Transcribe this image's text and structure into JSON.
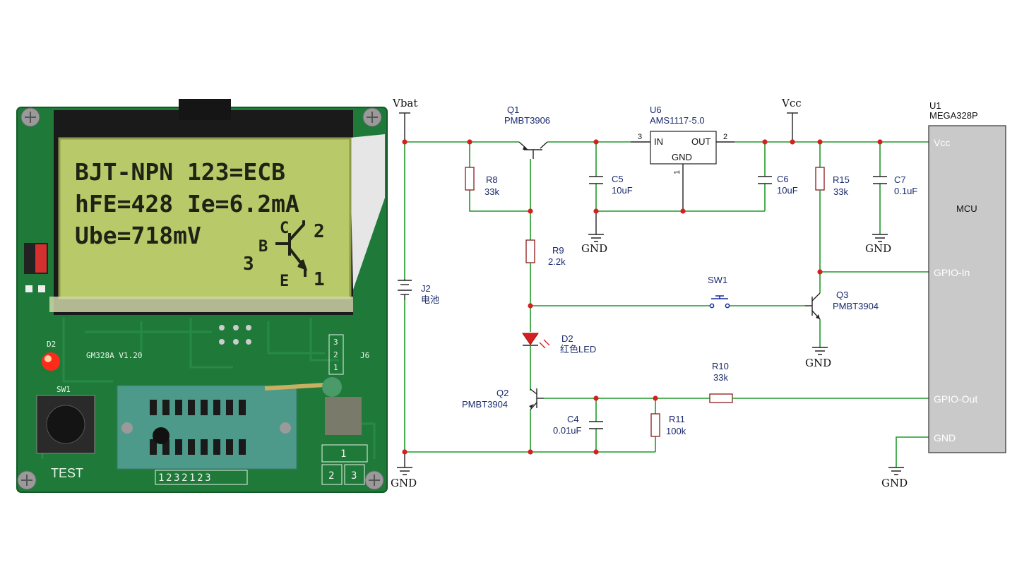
{
  "photo": {
    "lcd_lines": [
      "BJT-NPN 123=ECB",
      "hFE=428 Ie=6.2mA",
      "Ube=718mV"
    ],
    "lcd_symbol_labels": {
      "c": "C",
      "b": "B",
      "e": "E",
      "pin2": "2",
      "pin3": "3",
      "pin1": "1"
    },
    "board_label": "GM328A V1.20",
    "led_label": "D2",
    "switch_label": "SW1",
    "test_label": "TEST",
    "zif_pins": "1232123",
    "j6_label": "J6",
    "j6_pins": [
      "3",
      "2",
      "1"
    ],
    "pad_labels": [
      "1",
      "2",
      "3"
    ]
  },
  "schematic": {
    "vbat": "Vbat",
    "vcc": "Vcc",
    "gnd": "GND",
    "q1": {
      "ref": "Q1",
      "part": "PMBT3906"
    },
    "u6": {
      "ref": "U6",
      "part": "AMS1117-5.0",
      "in": "IN",
      "out": "OUT",
      "gnd": "GND",
      "pin_in": "3",
      "pin_out": "2",
      "pin_gnd": "1"
    },
    "u1": {
      "ref": "U1",
      "part": "MEGA328P",
      "mcu": "MCU",
      "pins": [
        "Vcc",
        "GPIO-In",
        "GPIO-Out",
        "GND"
      ]
    },
    "r8": {
      "ref": "R8",
      "value": "33k"
    },
    "c5": {
      "ref": "C5",
      "value": "10uF"
    },
    "c6": {
      "ref": "C6",
      "value": "10uF"
    },
    "r15": {
      "ref": "R15",
      "value": "33k"
    },
    "c7": {
      "ref": "C7",
      "value": "0.1uF"
    },
    "r9": {
      "ref": "R9",
      "value": "2.2k"
    },
    "j2": {
      "ref": "J2",
      "value": "电池"
    },
    "sw1": {
      "ref": "SW1"
    },
    "q3": {
      "ref": "Q3",
      "part": "PMBT3904"
    },
    "d2": {
      "ref": "D2",
      "value": "红色LED"
    },
    "r10": {
      "ref": "R10",
      "value": "33k"
    },
    "q2": {
      "ref": "Q2",
      "part": "PMBT3904"
    },
    "c4": {
      "ref": "C4",
      "value": "0.01uF"
    },
    "r11": {
      "ref": "R11",
      "value": "100k"
    }
  },
  "colors": {
    "wire": "#1f9a2a",
    "junction": "#d42020",
    "label": "#1a2a6c",
    "mcu_body": "#c9c9c9",
    "pcb": "#1f7a3a",
    "lcd": "#b8c96a"
  }
}
